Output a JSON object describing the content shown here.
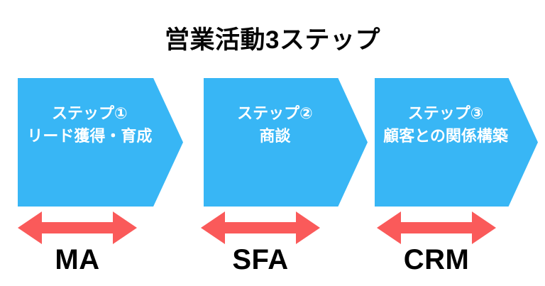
{
  "page": {
    "title": "営業活動3ステップ",
    "background_color": "#ffffff"
  },
  "colors": {
    "step_blue": "#38b6f5",
    "arrow_red": "#fa5a5a",
    "title_black": "#050505",
    "step_text_white": "#ffffff",
    "label_black": "#000000"
  },
  "steps": [
    {
      "id": "step-1",
      "line1": "ステップ①",
      "line2": "リード獲得・育成"
    },
    {
      "id": "step-2",
      "line1": "ステップ②",
      "line2": "商談"
    },
    {
      "id": "step-3",
      "line1": "ステップ③",
      "line2": "顧客との関係構築"
    }
  ],
  "measures": [
    {
      "id": "measure-1",
      "icon": "double-headed-arrow-icon",
      "label": "MA"
    },
    {
      "id": "measure-2",
      "icon": "double-headed-arrow-icon",
      "label": "SFA"
    },
    {
      "id": "measure-3",
      "icon": "double-headed-arrow-icon",
      "label": "CRM"
    }
  ]
}
